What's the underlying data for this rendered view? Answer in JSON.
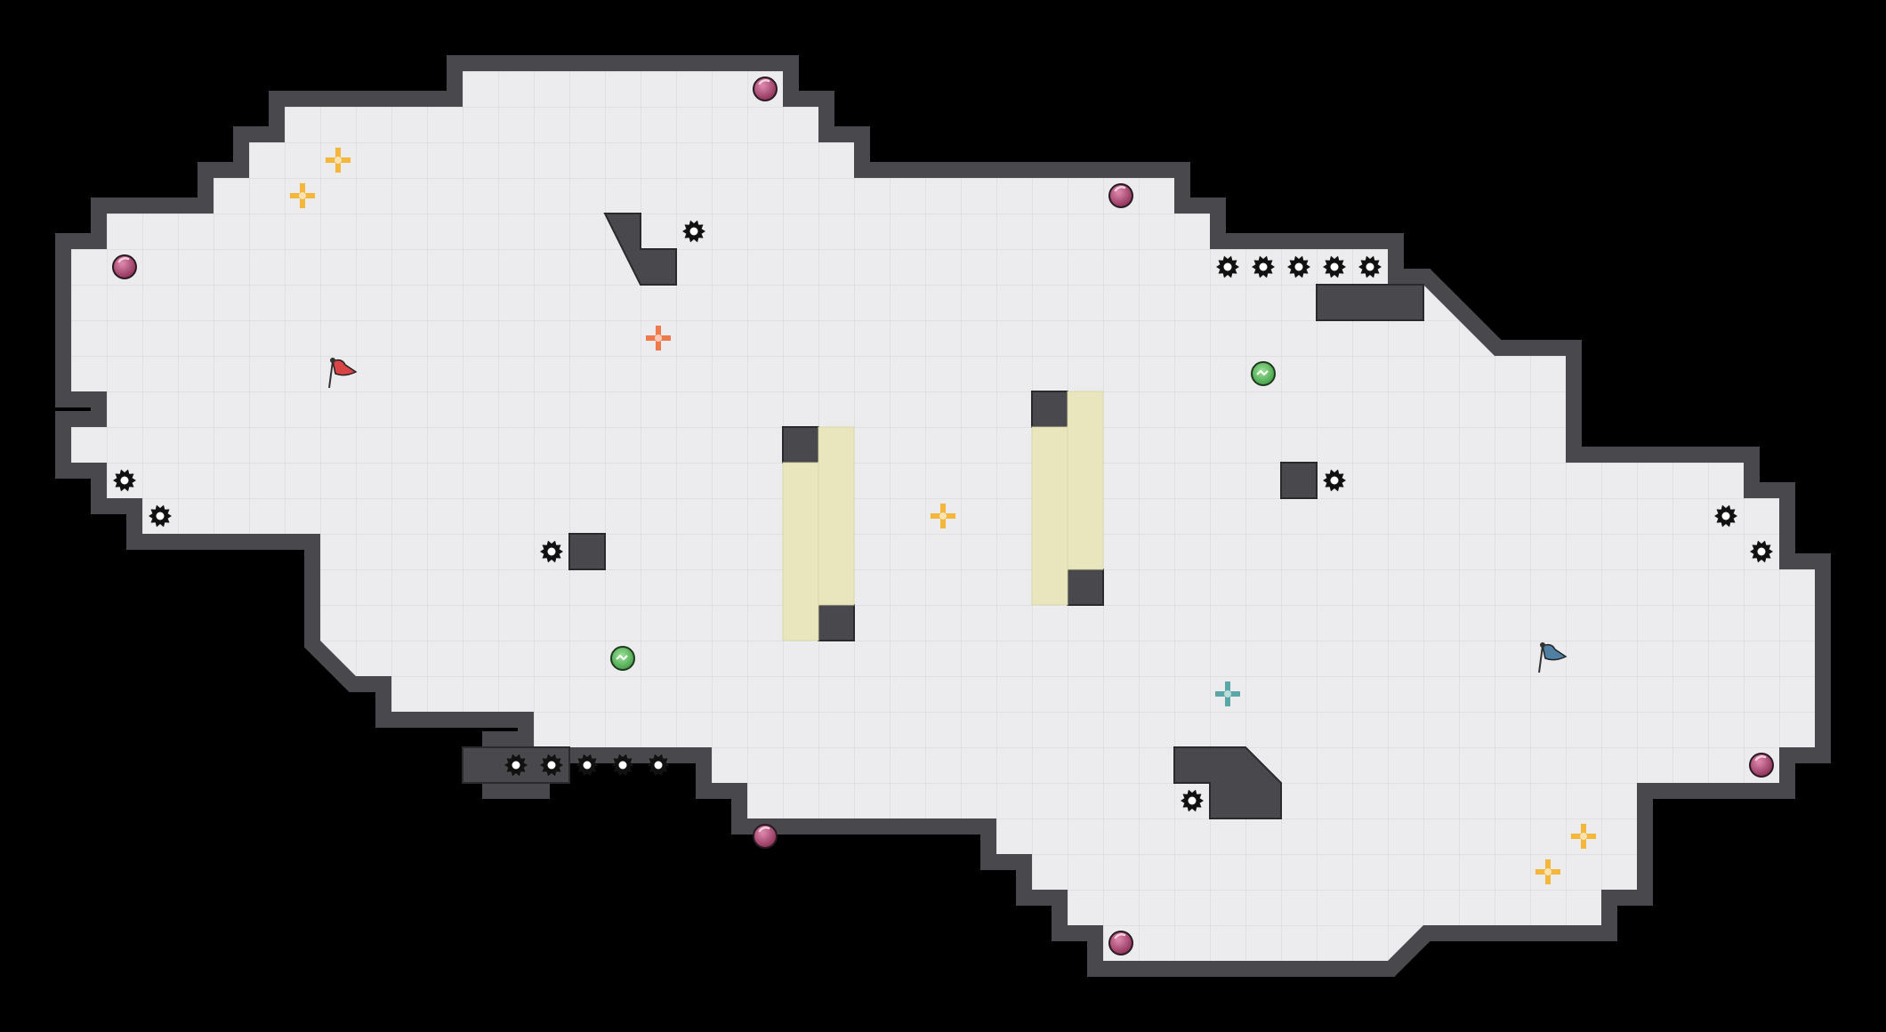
{
  "map": {
    "background": "#000000",
    "floor_color": "#ececee",
    "grid_color": "#d9d9dd",
    "wall_color": "#48484d",
    "wall_edge_color": "#2a2a2e",
    "highlight_color": "#e9e6bd"
  },
  "entities": {
    "flags": [
      {
        "team": "red",
        "color": "#d94545",
        "icon": "flag-icon"
      },
      {
        "team": "blue",
        "color": "#4f7fa3",
        "icon": "flag-icon"
      }
    ],
    "boosts": {
      "color": "#f3b83b",
      "icon": "boost-icon"
    },
    "team_boosts": [
      {
        "team": "red",
        "color": "#ee7a4b",
        "icon": "boost-icon"
      },
      {
        "team": "blue",
        "color": "#5aa7a7",
        "icon": "boost-icon"
      }
    ],
    "bombs": {
      "color": "#b2507a",
      "icon": "bomb-icon"
    },
    "spikes": {
      "color": "#111111",
      "icon": "spike-icon"
    },
    "powerups": {
      "color": "#58b558",
      "icon": "powerup-icon"
    }
  }
}
